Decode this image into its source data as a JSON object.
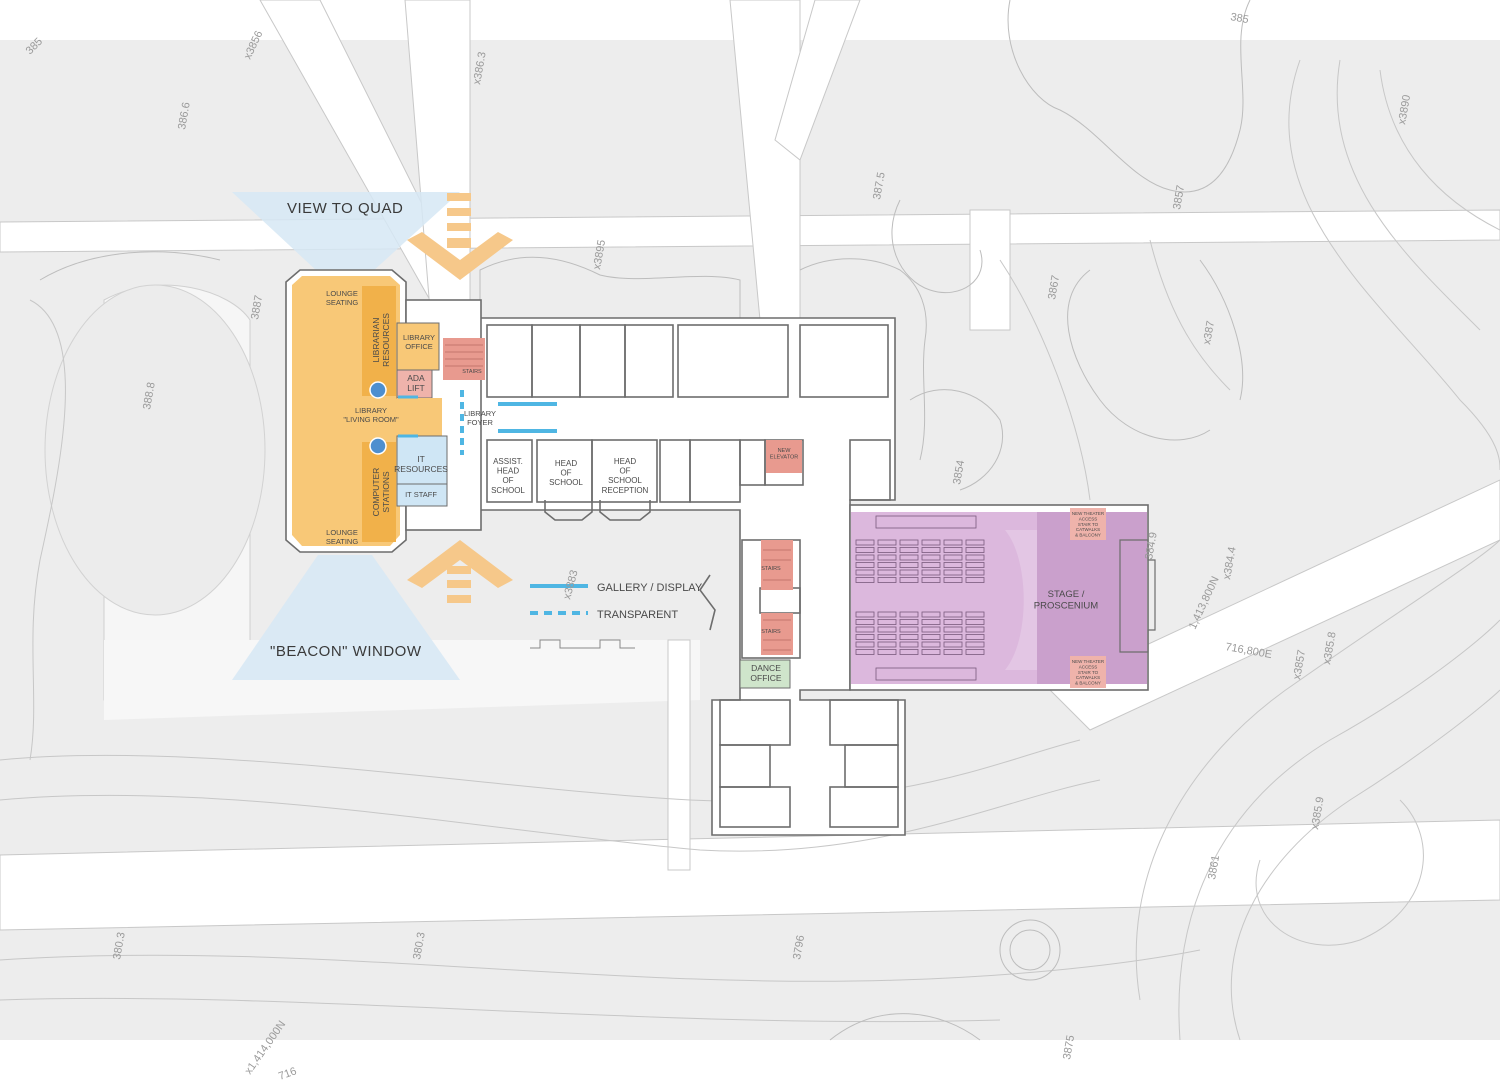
{
  "callouts": {
    "view_to_quad": "VIEW TO QUAD",
    "beacon_window": "\"BEACON\" WINDOW"
  },
  "legend": {
    "gallery": "GALLERY / DISPLAY",
    "transparent": "TRANSPARENT"
  },
  "rooms": {
    "lounge_top": [
      "LOUNGE",
      "SEATING"
    ],
    "lounge_bottom": [
      "LOUNGE",
      "SEATING"
    ],
    "librarian": [
      "LIBRARIAN",
      "RESOURCES"
    ],
    "computer": [
      "COMPUTER",
      "STATIONS"
    ],
    "library_office": [
      "LIBRARY",
      "OFFICE"
    ],
    "ada_lift": [
      "ADA",
      "LIFT"
    ],
    "living_room": [
      "LIBRARY",
      "\"LIVING ROOM\""
    ],
    "it_resources": [
      "IT",
      "RESOURCES"
    ],
    "it_staff": "IT STAFF",
    "stairs_top": "STAIRS",
    "library_foyer": [
      "LIBRARY",
      "FOYER"
    ],
    "assist_head": [
      "ASSIST.",
      "HEAD",
      "OF",
      "SCHOOL"
    ],
    "head_school": [
      "HEAD",
      "OF",
      "SCHOOL"
    ],
    "head_reception": [
      "HEAD",
      "OF",
      "SCHOOL",
      "RECEPTION"
    ],
    "new_elevator": [
      "NEW",
      "ELEVATOR"
    ],
    "stairs_mid": "STAIRS",
    "stairs_low": "STAIRS",
    "dance_office": [
      "DANCE",
      "OFFICE"
    ],
    "stage": [
      "STAGE /",
      "PROSCENIUM"
    ],
    "theater_access_top": [
      "NEW THEATER",
      "ACCESS",
      "STAIR TO",
      "CATWALKS",
      "& BALCONY"
    ],
    "theater_access_bottom": [
      "NEW THEATER",
      "ACCESS",
      "STAIR TO",
      "CATWALKS",
      "& BALCONY"
    ]
  },
  "elevations": [
    "385",
    "x3856",
    "x386.3",
    "386.6",
    "x3890",
    "387.5",
    "3857",
    "x3895",
    "3887",
    "388.8",
    "3867",
    "x387",
    "3854",
    "384.9",
    "1,413,800N",
    "x384.4",
    "716,800E",
    "x3857",
    "x385.8",
    "x385.9",
    "3861",
    "x3883",
    "380.3",
    "380.3",
    "x1,414,000N",
    "3796",
    "3875",
    "716",
    "385"
  ],
  "colors": {
    "library": "#f8c877",
    "library_dark": "#f1b14a",
    "it_blue": "#cfe6f5",
    "stairs_red": "#e89a8f",
    "ada_red": "#efb3ab",
    "dance_green": "#cfe5cb",
    "theater_purple": "#dcb8dd",
    "stage_purple": "#caa0cc",
    "gallery_blue": "#4fb6e3",
    "view_cone": "#d6e8f5",
    "entry_arrow": "#f6c88a"
  }
}
